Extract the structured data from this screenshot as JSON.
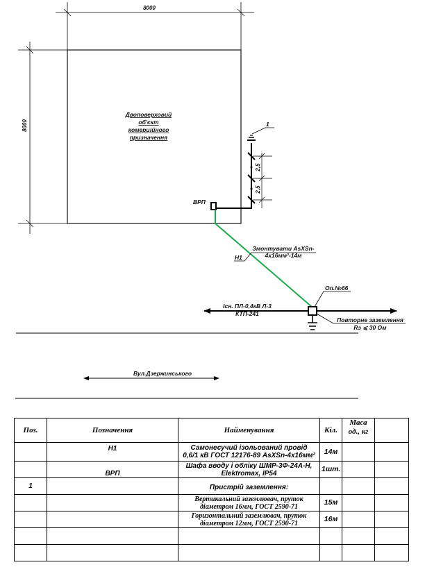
{
  "drawing": {
    "dimensions": {
      "width_label": "8000",
      "height_label": "8000",
      "spacing_1": "2,5",
      "spacing_2": "2,5"
    },
    "building": {
      "label_lines": [
        "Двоповерховий",
        "об'єкт",
        "комерційного",
        "призначення"
      ]
    },
    "vrp_label": "ВРП",
    "grounding_callout": "1",
    "cable": {
      "callout_id": "Н1",
      "line1": "Змонтувати AsXSn-",
      "line2": "4x16мм²-14м",
      "color": "#1aab4b"
    },
    "pole": {
      "label": "Оп.№66"
    },
    "existing_line": {
      "line1": "Існ. ПЛ-0,4кВ Л-3",
      "line2": "КТП-241"
    },
    "re_grounding": {
      "line1": "Повторне заземлення",
      "line2": "Rз ⩽ 30 Ом"
    },
    "street": {
      "label": "Вул.Дзержинського"
    }
  },
  "spec_table": {
    "headers": [
      "Поз.",
      "Позначення",
      "Найменування",
      "Кіл.",
      "Маса од., кг",
      ""
    ],
    "rows": [
      {
        "pos": "",
        "designation": "Н1",
        "name_lines": [
          "Самонесучий ізольований провід",
          "0,6/1 кВ ГОСТ 12176-89 AsXSn-4x16мм²"
        ],
        "qty": "14м",
        "mass": "",
        "extra": ""
      },
      {
        "pos": "",
        "designation": "ВРП",
        "name_lines": [
          "Шафа вводу і обліку  ШМР-3Ф-24А-Н,",
          "Elektromax, IP54"
        ],
        "qty": "1шт.",
        "mass": "",
        "extra": ""
      },
      {
        "pos": "1",
        "designation": "",
        "name_lines": [
          "Пристрій заземлення:"
        ],
        "qty": "",
        "mass": "",
        "extra": ""
      },
      {
        "pos": "",
        "designation": "",
        "name_lines": [
          "Вертикальний заземлювач, пруток",
          "діаметром 16мм, ГОСТ 2590-71"
        ],
        "qty": "15м",
        "mass": "",
        "extra": ""
      },
      {
        "pos": "",
        "designation": "",
        "name_lines": [
          "Горизонтальний заземлювач, пруток",
          "діаметром 12мм, ГОСТ 2590-71"
        ],
        "qty": "16м",
        "mass": "",
        "extra": ""
      },
      {
        "pos": "",
        "designation": "",
        "name_lines": [
          ""
        ],
        "qty": "",
        "mass": "",
        "extra": ""
      },
      {
        "pos": "",
        "designation": "",
        "name_lines": [
          ""
        ],
        "qty": "",
        "mass": "",
        "extra": ""
      }
    ]
  }
}
